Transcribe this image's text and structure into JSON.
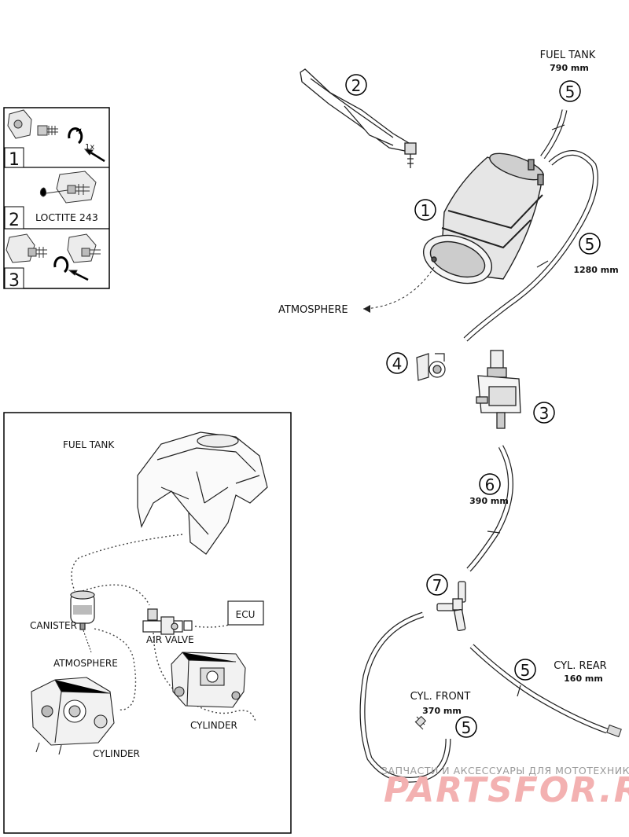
{
  "callouts": [
    {
      "id": "1",
      "label": "1"
    },
    {
      "id": "2",
      "label": "2"
    },
    {
      "id": "3",
      "label": "3"
    },
    {
      "id": "4",
      "label": "4"
    },
    {
      "id": "5a",
      "label": "5"
    },
    {
      "id": "5b",
      "label": "5"
    },
    {
      "id": "5c",
      "label": "5"
    },
    {
      "id": "5d",
      "label": "5"
    },
    {
      "id": "6",
      "label": "6"
    },
    {
      "id": "7",
      "label": "7"
    }
  ],
  "hose_labels": {
    "fuel_tank": "FUEL TANK",
    "fuel_tank_len": "790 mm",
    "len_1280": "1280 mm",
    "len_390": "390 mm",
    "cyl_rear": "CYL. REAR",
    "cyl_rear_len": "160 mm",
    "cyl_front": "CYL. FRONT",
    "cyl_front_len": "370 mm",
    "atmosphere": "ATMOSPHERE"
  },
  "steps": [
    {
      "num": "1",
      "note": "1x"
    },
    {
      "num": "2",
      "note": "LOCTITE 243"
    },
    {
      "num": "3",
      "note": ""
    }
  ],
  "schematic": {
    "fuel_tank": "FUEL TANK",
    "canister": "CANISTER",
    "atmosphere": "ATMOSPHERE",
    "air_valve": "AIR VALVE",
    "ecu": "ECU",
    "cylinder_left": "CYLINDER",
    "cylinder_right": "CYLINDER"
  },
  "watermark": {
    "top": "ЗАПЧАСТИ И АКСЕССУАРЫ ДЛЯ МОТОТЕХНИКИ",
    "brand": "PARTSFOR.RU"
  }
}
